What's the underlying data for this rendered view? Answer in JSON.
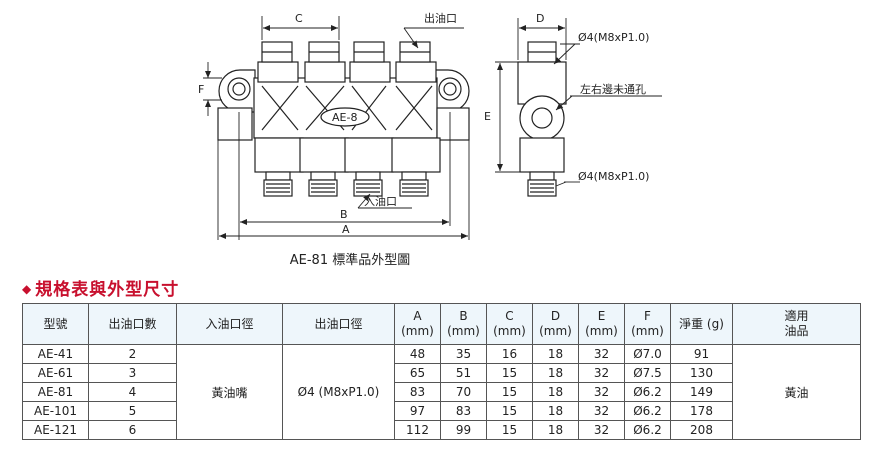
{
  "drawing": {
    "dim_c": "C",
    "dim_b": "B",
    "dim_a": "A",
    "dim_f": "F",
    "dim_d": "D",
    "dim_e": "E",
    "outlet_label": "出油口",
    "inlet_label": "入油口",
    "model_tag": "AE-8",
    "thread_top": "Ø4(M8xP1.0)",
    "thread_bottom": "Ø4(M8xP1.0)",
    "side_hole_note": "左右邊未通孔",
    "caption": "AE-81 標準品外型圖"
  },
  "section": {
    "title": "規格表與外型尺寸"
  },
  "table": {
    "headers": {
      "model": "型號",
      "outlets": "出油口數",
      "inlet_dia": "入油口徑",
      "outlet_dia": "出油口徑",
      "a": "A",
      "a_unit": "(mm)",
      "b": "B",
      "b_unit": "(mm)",
      "c": "C",
      "c_unit": "(mm)",
      "d": "D",
      "d_unit": "(mm)",
      "e": "E",
      "e_unit": "(mm)",
      "f": "F",
      "f_unit": "(mm)",
      "weight": "淨重 (g)",
      "oil_1": "適用",
      "oil_2": "油品"
    },
    "shared": {
      "inlet_dia": "黃油嘴",
      "outlet_dia": "Ø4 (M8xP1.0)",
      "oil": "黃油"
    },
    "rows": [
      {
        "model": "AE-41",
        "outlets": "2",
        "a": "48",
        "b": "35",
        "c": "16",
        "d": "18",
        "e": "32",
        "f": "Ø7.0",
        "weight": "91"
      },
      {
        "model": "AE-61",
        "outlets": "3",
        "a": "65",
        "b": "51",
        "c": "15",
        "d": "18",
        "e": "32",
        "f": "Ø7.5",
        "weight": "130"
      },
      {
        "model": "AE-81",
        "outlets": "4",
        "a": "83",
        "b": "70",
        "c": "15",
        "d": "18",
        "e": "32",
        "f": "Ø6.2",
        "weight": "149"
      },
      {
        "model": "AE-101",
        "outlets": "5",
        "a": "97",
        "b": "83",
        "c": "15",
        "d": "18",
        "e": "32",
        "f": "Ø6.2",
        "weight": "178"
      },
      {
        "model": "AE-121",
        "outlets": "6",
        "a": "112",
        "b": "99",
        "c": "15",
        "d": "18",
        "e": "32",
        "f": "Ø6.2",
        "weight": "208"
      }
    ]
  },
  "colors": {
    "title_red": "#c8102e",
    "header_bg": "#eef6fb"
  }
}
